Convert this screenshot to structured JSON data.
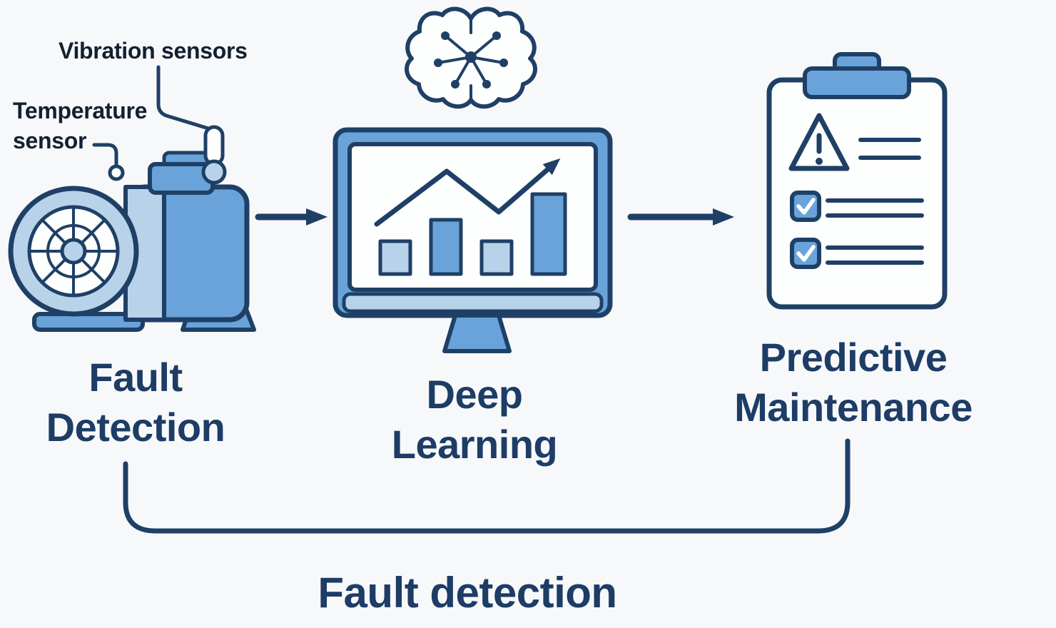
{
  "colors": {
    "navy": "#1f4066",
    "mid_blue": "#69a3d9",
    "light_blue": "#b8d2ea",
    "panel_white": "#fdfefe",
    "background": "#f7f8fa",
    "text_dark": "#132031",
    "text_navy": "#1d3c66"
  },
  "annotations": {
    "vibration_sensors": "Vibration sensors",
    "temperature_sensor": "Temperature\nsensor"
  },
  "stages": {
    "fault_detection": {
      "label": "Fault\nDetection"
    },
    "deep_learning": {
      "label": "Deep\nLearning"
    },
    "predictive_maintenance": {
      "label": "Predictive\nMaintenance"
    }
  },
  "caption": "Fault detection",
  "icons": {
    "motor": "industrial-motor-icon",
    "brain": "neural-network-brain-icon",
    "monitor": "analytics-monitor-icon",
    "clipboard": "maintenance-checklist-icon"
  }
}
